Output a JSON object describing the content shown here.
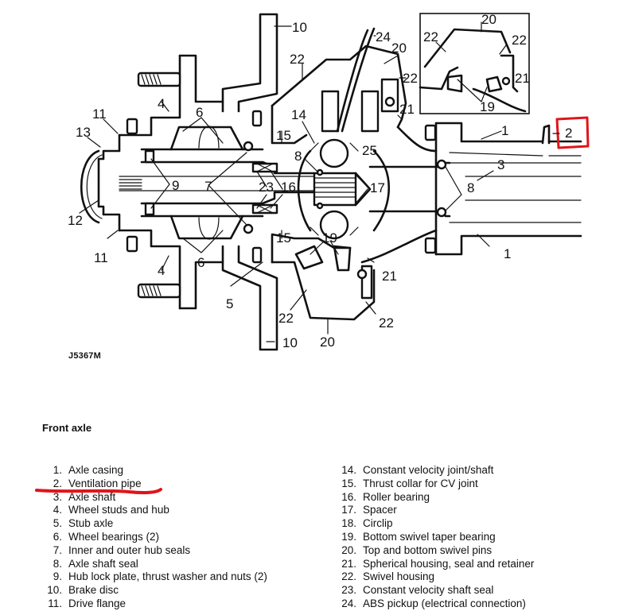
{
  "diagram": {
    "drawing_code": "J5367M",
    "callouts": {
      "c1a": "1",
      "c1b": "1",
      "c2": "2",
      "c3": "3",
      "c4a": "4",
      "c4b": "4",
      "c5": "5",
      "c6a": "6",
      "c6b": "6",
      "c7": "7",
      "c8a": "8",
      "c8b": "8",
      "c9": "9",
      "c10a": "10",
      "c10b": "10",
      "c11a": "11",
      "c11b": "11",
      "c12": "12",
      "c13": "13",
      "c14": "14",
      "c15a": "15",
      "c15b": "15",
      "c16": "16",
      "c17": "17",
      "c19a": "19",
      "c19b": "19",
      "c20a": "20",
      "c20b": "20",
      "c20c": "20",
      "c21a": "21",
      "c21b": "21",
      "c21c": "21",
      "c22a": "22",
      "c22b": "22",
      "c22c": "22",
      "c22d": "22",
      "c22e": "22",
      "c22f": "22",
      "c23": "23",
      "c24": "24",
      "c25": "25"
    },
    "highlight_color": "#e0141b"
  },
  "legend": {
    "title": "Front axle",
    "left_items": [
      {
        "num": "1.",
        "label": "Axle casing"
      },
      {
        "num": "2.",
        "label": "Ventilation pipe"
      },
      {
        "num": "3.",
        "label": "Axle shaft"
      },
      {
        "num": "4.",
        "label": "Wheel studs and hub"
      },
      {
        "num": "5.",
        "label": "Stub axle"
      },
      {
        "num": "6.",
        "label": "Wheel bearings (2)"
      },
      {
        "num": "7.",
        "label": "Inner and outer hub seals"
      },
      {
        "num": "8.",
        "label": "Axle shaft seal"
      },
      {
        "num": "9.",
        "label": "Hub lock plate, thrust washer and nuts (2)"
      },
      {
        "num": "10.",
        "label": "Brake disc"
      },
      {
        "num": "11.",
        "label": "Drive flange"
      }
    ],
    "right_items": [
      {
        "num": "14.",
        "label": "Constant velocity joint/shaft"
      },
      {
        "num": "15.",
        "label": "Thrust collar for CV joint"
      },
      {
        "num": "16.",
        "label": "Roller bearing"
      },
      {
        "num": "17.",
        "label": "Spacer"
      },
      {
        "num": "18.",
        "label": "Circlip"
      },
      {
        "num": "19.",
        "label": "Bottom swivel taper bearing"
      },
      {
        "num": "20.",
        "label": "Top and bottom swivel pins"
      },
      {
        "num": "21.",
        "label": "Spherical housing, seal and retainer"
      },
      {
        "num": "22.",
        "label": "Swivel housing"
      },
      {
        "num": "23.",
        "label": "Constant velocity shaft seal"
      },
      {
        "num": "24.",
        "label": "ABS pickup (electrical connection)"
      }
    ],
    "underline_color": "#e0141b"
  }
}
